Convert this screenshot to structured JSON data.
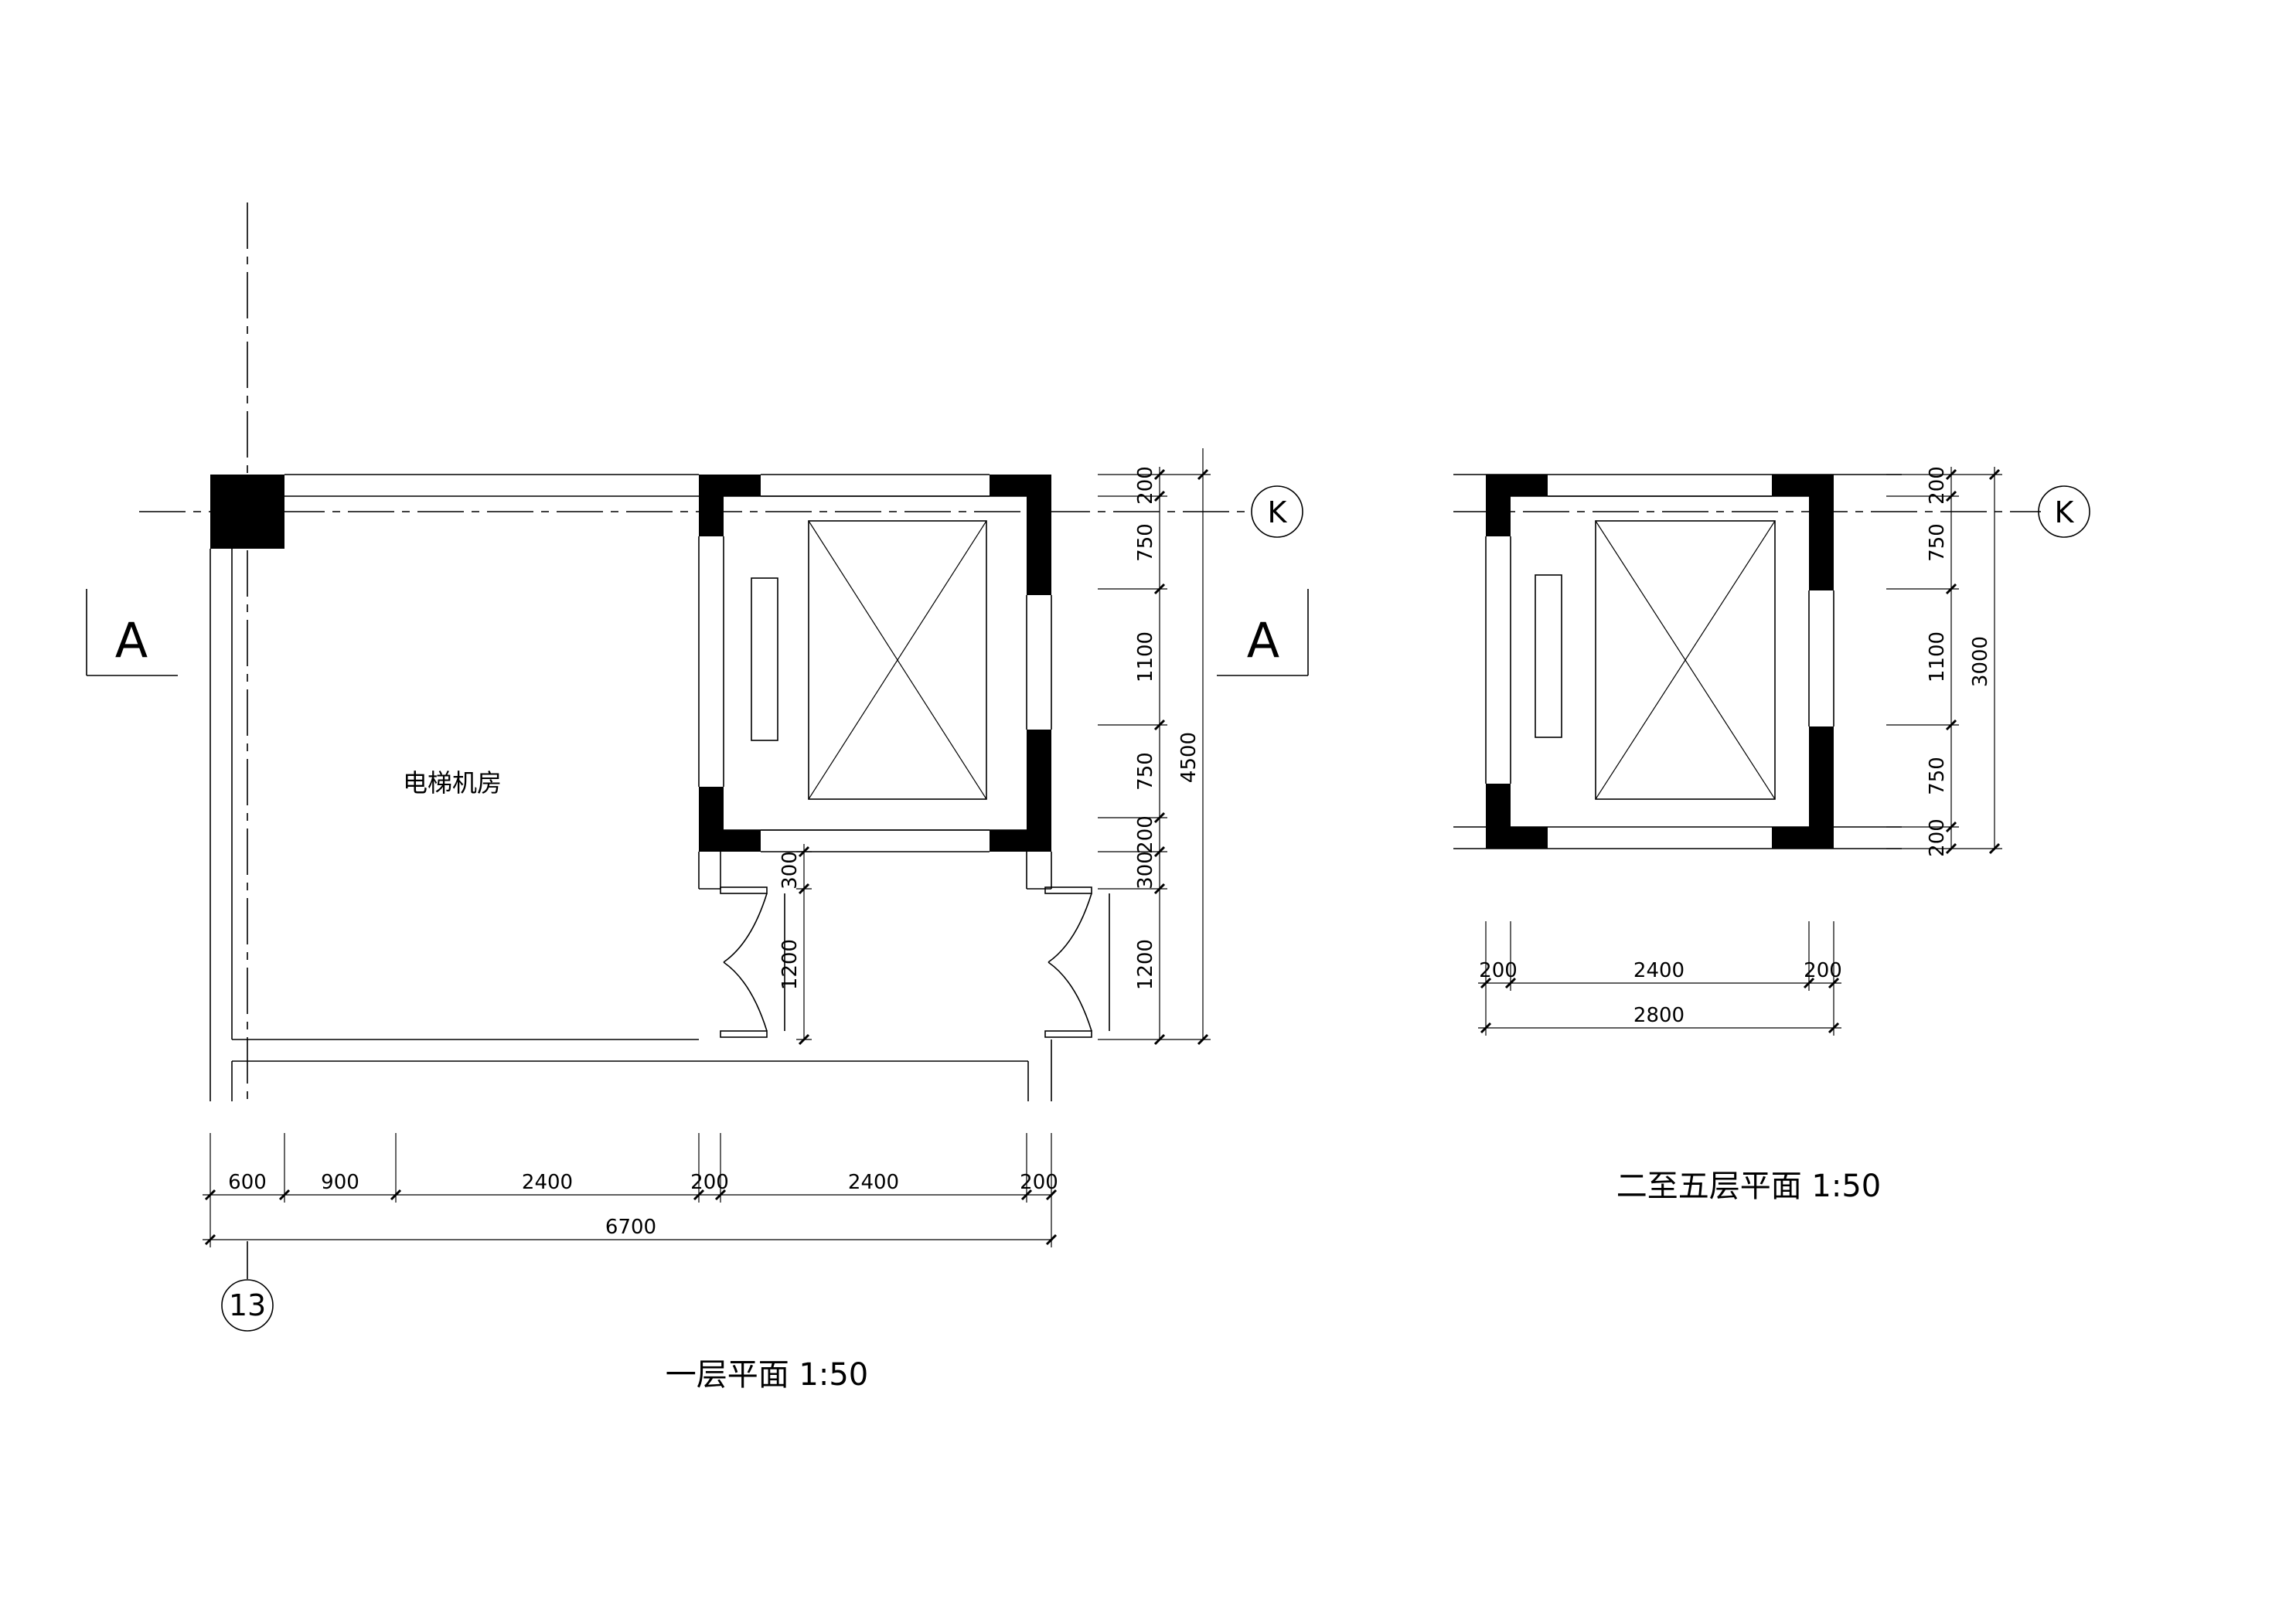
{
  "floor1": {
    "title": "一层平面 1:50",
    "room_label": "电梯机房",
    "section_left": "A",
    "section_right": "A",
    "grid_axis_bottom": "13",
    "grid_axis_right": "K",
    "dim_bottom_row1": [
      "600",
      "900",
      "2400",
      "200",
      "2400",
      "200"
    ],
    "dim_bottom_total": "6700",
    "dim_right_chain": [
      "200",
      "750",
      "1100",
      "750",
      "200",
      "300",
      "1200"
    ],
    "dim_right_total": "4500",
    "dim_door_left": [
      "300",
      "1200"
    ]
  },
  "floor2to5": {
    "title": "二至五层平面 1:50",
    "grid_axis_right": "K",
    "dim_right_chain": [
      "200",
      "750",
      "1100",
      "750",
      "200"
    ],
    "dim_right_total": "3000",
    "dim_bottom_row1": [
      "200",
      "2400",
      "200"
    ],
    "dim_bottom_total": "2800"
  }
}
